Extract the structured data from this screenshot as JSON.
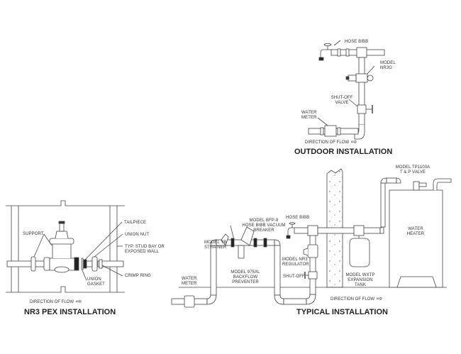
{
  "diagrams": {
    "outdoor": {
      "title": "OUTDOOR INSTALLATION",
      "flow_label": "DIRECTION OF FLOW",
      "labels": {
        "hose_bibb": "HOSE BIBB",
        "model_nr3g": "MODEL\nNR3G",
        "shutoff_valve": "SHUT-OFF\nVALVE",
        "water_meter": "WATER\nMETER"
      }
    },
    "pex": {
      "title": "NR3 PEX INSTALLATION",
      "flow_label": "DIRECTION OF FLOW",
      "labels": {
        "support": "SUPPORT",
        "tailpiece": "TAILPIECE",
        "union_nut": "UNION NUT",
        "stud_bay": "TYP. STUD BAY OR\nEXPOSED WALL",
        "crimp_ring": "CRIMP RING",
        "union_gasket": "UNION\nGASKET"
      }
    },
    "typical": {
      "title": "TYPICAL INSTALLATION",
      "flow_label": "DIRECTION OF FLOW",
      "labels": {
        "water_meter": "WATER\nMETER",
        "strainer": "MODEL YB\nSTRAINER",
        "vacuum_breaker": "MODEL BFP-8\nHOSE BIBB VACUUM\nBREAKER",
        "hose_bibb": "HOSE BIBB",
        "backflow": "MODEL 975XL\nBACKFLOW\nPREVENTER",
        "regulator": "MODEL NR3\nREGULATOR",
        "shutoff": "SHUT-OFF",
        "expansion_tank": "MODEL WXTP\nEXPANSION\nTANK",
        "tp_valve": "MODEL TP1100A\nT & P VALVE",
        "water_heater": "WATER\nHEATER"
      }
    }
  },
  "flow_arrow_icon": "⇨"
}
